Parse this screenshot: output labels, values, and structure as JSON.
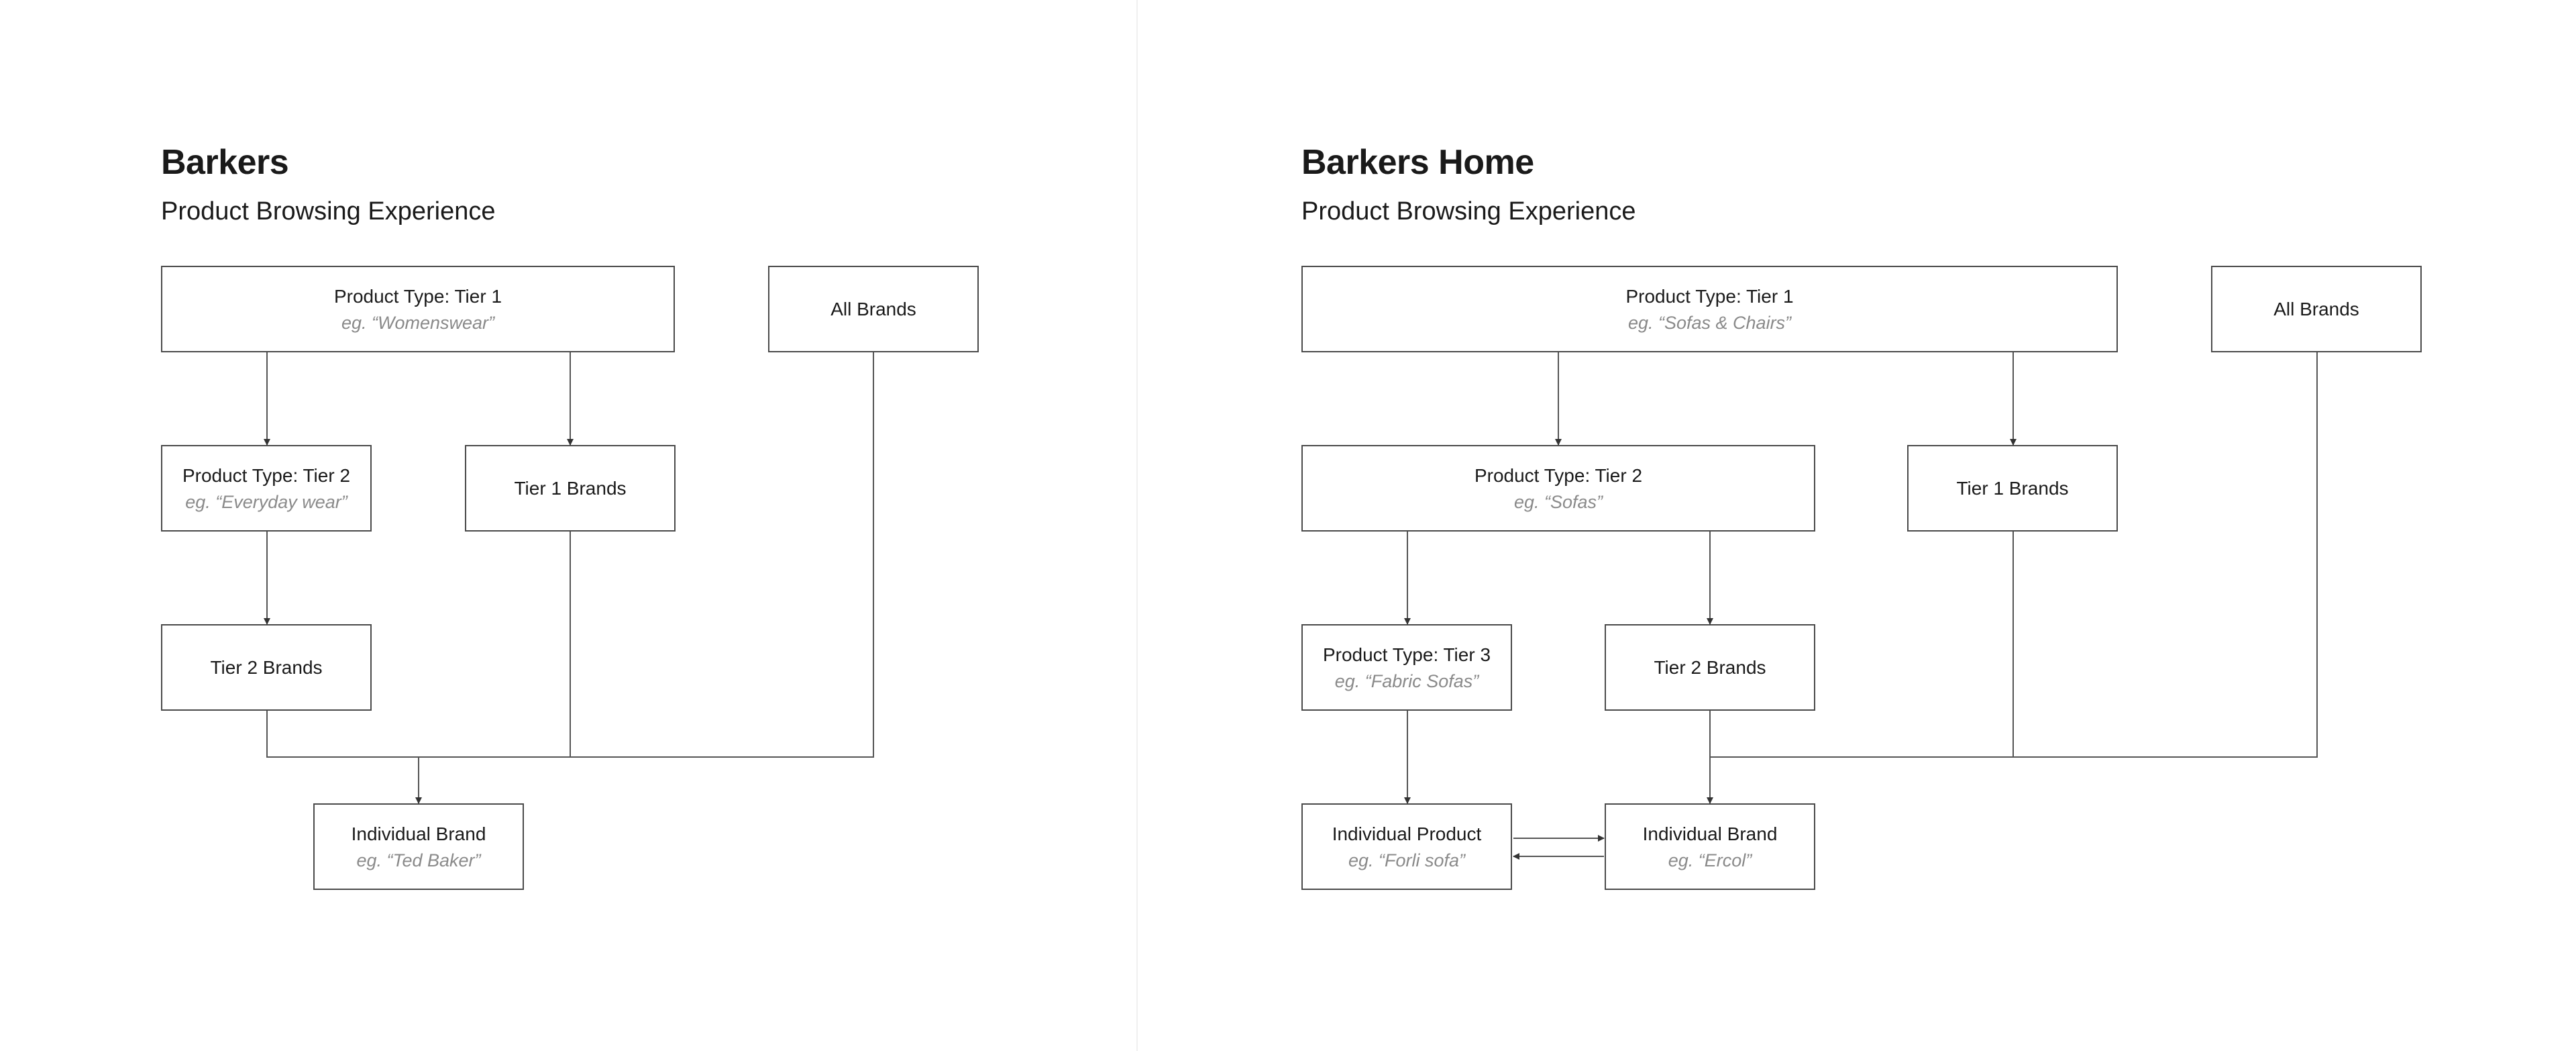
{
  "left": {
    "title": "Barkers",
    "subtitle": "Product Browsing Experience",
    "nodes": {
      "type_tier1": {
        "label": "Product Type: Tier 1",
        "example": "eg. “Womenswear”"
      },
      "all_brands": {
        "label": "All Brands"
      },
      "type_tier2": {
        "label": "Product Type: Tier 2",
        "example": "eg. “Everyday wear”"
      },
      "tier1_brands": {
        "label": "Tier 1 Brands"
      },
      "tier2_brands": {
        "label": "Tier 2 Brands"
      },
      "individual_brand": {
        "label": "Individual Brand",
        "example": "eg. “Ted Baker”"
      }
    }
  },
  "right": {
    "title": "Barkers Home",
    "subtitle": "Product Browsing Experience",
    "nodes": {
      "type_tier1": {
        "label": "Product Type: Tier 1",
        "example": "eg. “Sofas & Chairs”"
      },
      "all_brands": {
        "label": "All Brands"
      },
      "type_tier2": {
        "label": "Product Type: Tier 2",
        "example": "eg. “Sofas”"
      },
      "tier1_brands": {
        "label": "Tier 1 Brands"
      },
      "type_tier3": {
        "label": "Product Type: Tier 3",
        "example": "eg. “Fabric Sofas”"
      },
      "tier2_brands": {
        "label": "Tier 2 Brands"
      },
      "individual_product": {
        "label": "Individual Product",
        "example": "eg. “Forli sofa”"
      },
      "individual_brand": {
        "label": "Individual Brand",
        "example": "eg. “Ercol”"
      }
    }
  }
}
